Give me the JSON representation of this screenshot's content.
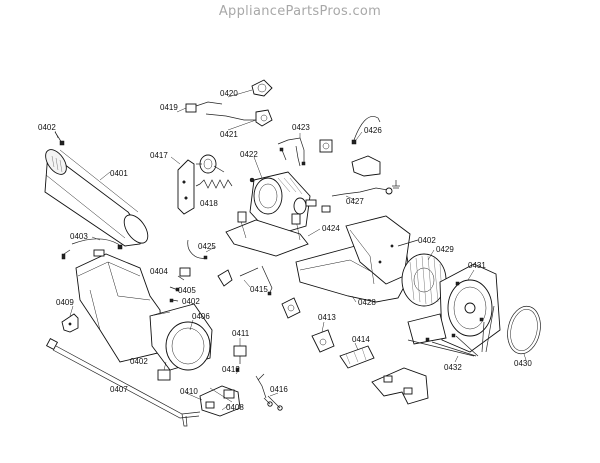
{
  "watermark": "AppliancePartsPros.com",
  "labels": {
    "p0402a": "0402",
    "p0419": "0419",
    "p0420": "0420",
    "p0421": "0421",
    "p0423": "0423",
    "p0426": "0426",
    "p0417": "0417",
    "p0422": "0422",
    "p0401": "0401",
    "p0418": "0418",
    "p0427": "0427",
    "p0403": "0403",
    "p0425": "0425",
    "p0424": "0424",
    "p0402b": "0402",
    "p0429": "0429",
    "p0431": "0431",
    "p0404": "0404",
    "p0405": "0405",
    "p0402c": "0402",
    "p0415": "0415",
    "p0428": "0428",
    "p0409": "0409",
    "p0406": "0406",
    "p0413": "0413",
    "p0414": "0414",
    "p0411": "0411",
    "p0402d": "0402",
    "p0412": "0412",
    "p0432": "0432",
    "p0430": "0430",
    "p0407": "0407",
    "p0410": "0410",
    "p0416": "0416",
    "p0408": "0408"
  }
}
